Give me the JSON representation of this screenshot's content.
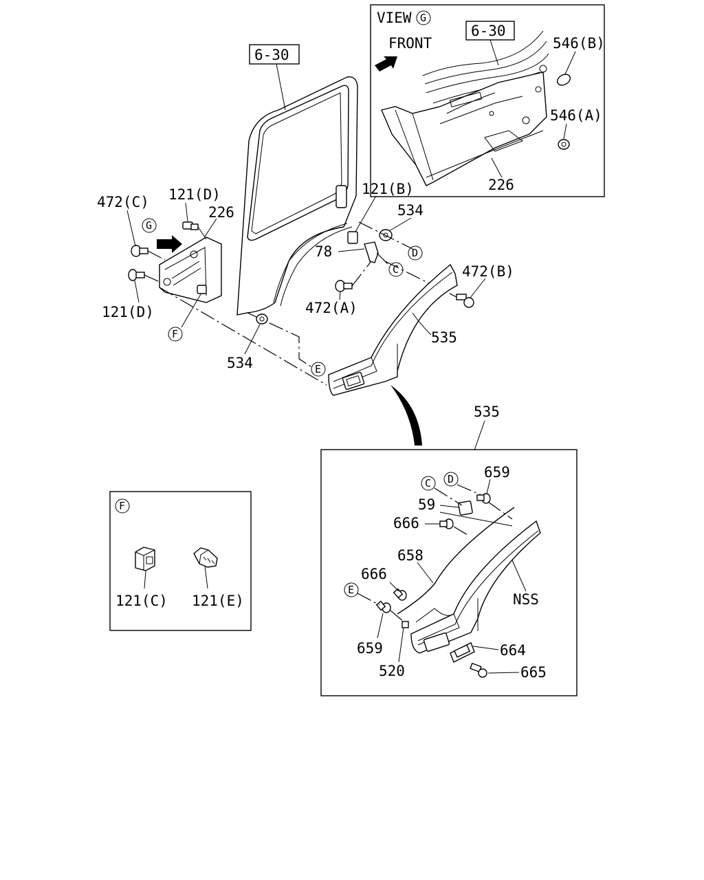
{
  "refs": {
    "main_door": "6-30",
    "view_door": "6-30"
  },
  "view": {
    "title": "VIEW",
    "letter": "G",
    "front": "FRONT"
  },
  "circle_refs": {
    "g_main": "G",
    "f_main": "F",
    "c_main": "C",
    "d_main": "D",
    "e_main": "E",
    "c_detail": "C",
    "d_detail": "D",
    "e_detail": "E",
    "f_box": "F"
  },
  "labels": {
    "p472c": "472(C)",
    "p121d_top": "121(D)",
    "p226_main": "226",
    "p121b": "121(B)",
    "p534_top": "534",
    "p78": "78",
    "p472b": "472(B)",
    "p472a": "472(A)",
    "p121d_bot": "121(D)",
    "p535": "535",
    "p534_bot": "534",
    "p546b": "546(B)",
    "p546a": "546(A)",
    "p226_view": "226",
    "p535_detail": "535",
    "p659_top": "659",
    "p59": "59",
    "p666_top": "666",
    "p658": "658",
    "p666_bot": "666",
    "pNSS": "NSS",
    "p659_bot": "659",
    "p664": "664",
    "p665": "665",
    "p520": "520",
    "p121c": "121(C)",
    "p121e": "121(E)"
  }
}
